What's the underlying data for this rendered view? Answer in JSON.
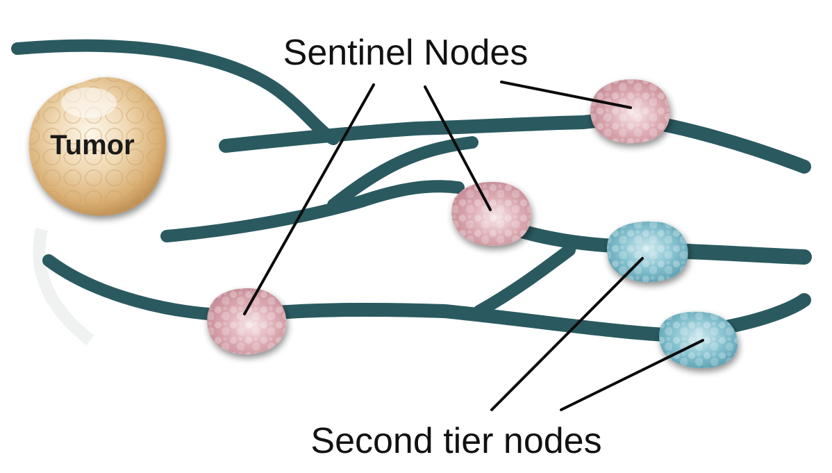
{
  "labels": {
    "sentinel": "Sentinel Nodes",
    "tumor": "Tumor",
    "second_tier": "Second tier nodes"
  },
  "colors": {
    "vessel": "#2a5a60",
    "sentinel_node": "#d4a0a8",
    "second_tier_node": "#7fb8c8",
    "tumor": "#e6c89a",
    "leader_line": "#0a0a0a"
  }
}
